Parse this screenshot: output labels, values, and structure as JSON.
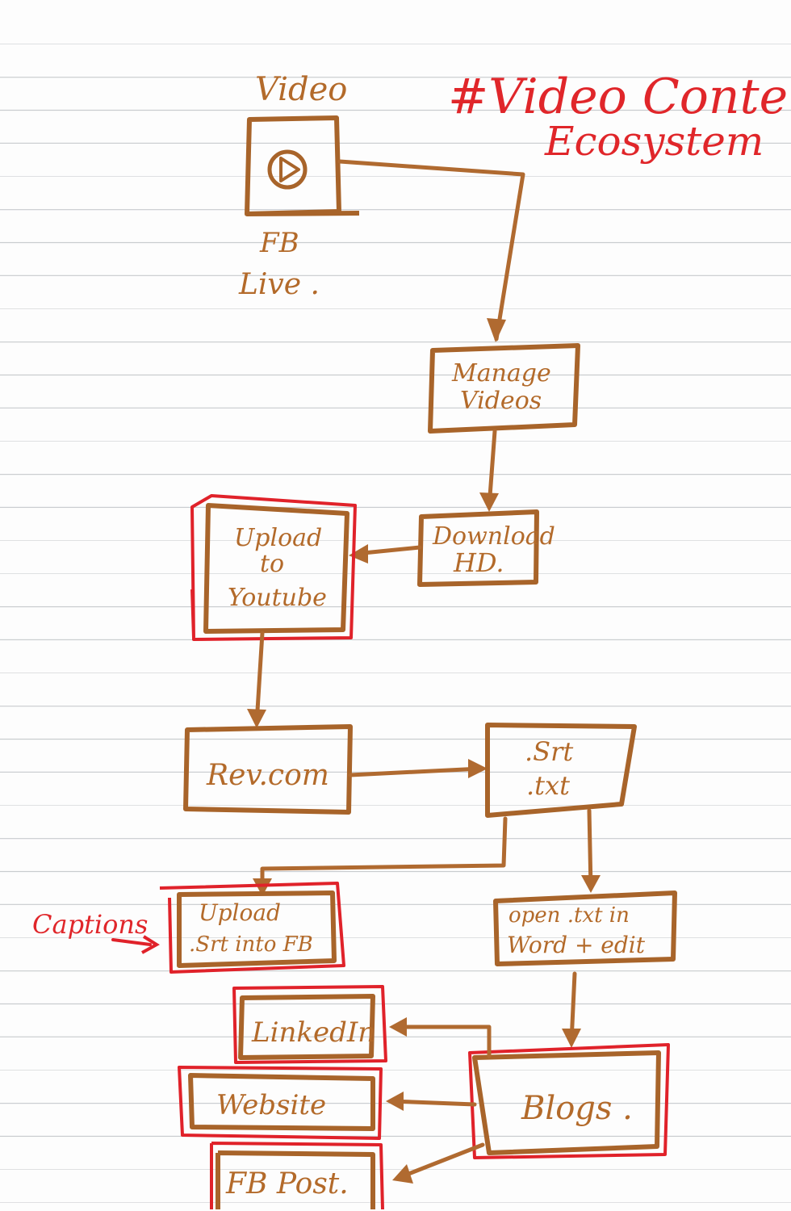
{
  "title": {
    "line1": "#Video Content",
    "line2": "Ecosystem"
  },
  "nodes": {
    "video": {
      "label": "Video",
      "caption_line1": "FB",
      "caption_line2": "Live ."
    },
    "manage": {
      "line1": "Manage",
      "line2": "Videos"
    },
    "download": {
      "line1": "Download",
      "line2": "HD."
    },
    "youtube": {
      "line1": "Upload",
      "line2": "to",
      "line3": "Youtube"
    },
    "rev": {
      "line1": "Rev.com"
    },
    "srt": {
      "line1": ".Srt",
      "line2": ".txt"
    },
    "upload_srt": {
      "line1": "Upload",
      "line2": ".Srt into FB"
    },
    "word": {
      "line1": "open .txt in",
      "line2": "Word + edit"
    },
    "linkedin": {
      "line1": "LinkedIn"
    },
    "website": {
      "line1": "Website"
    },
    "fbpost": {
      "line1": "FB Post."
    },
    "blogs": {
      "line1": "Blogs ."
    }
  },
  "annotations": {
    "captions": "Captions"
  },
  "colors": {
    "ink_brown": "#b06a30",
    "ink_red": "#e0222a",
    "paper_line": "#c9cccf"
  }
}
